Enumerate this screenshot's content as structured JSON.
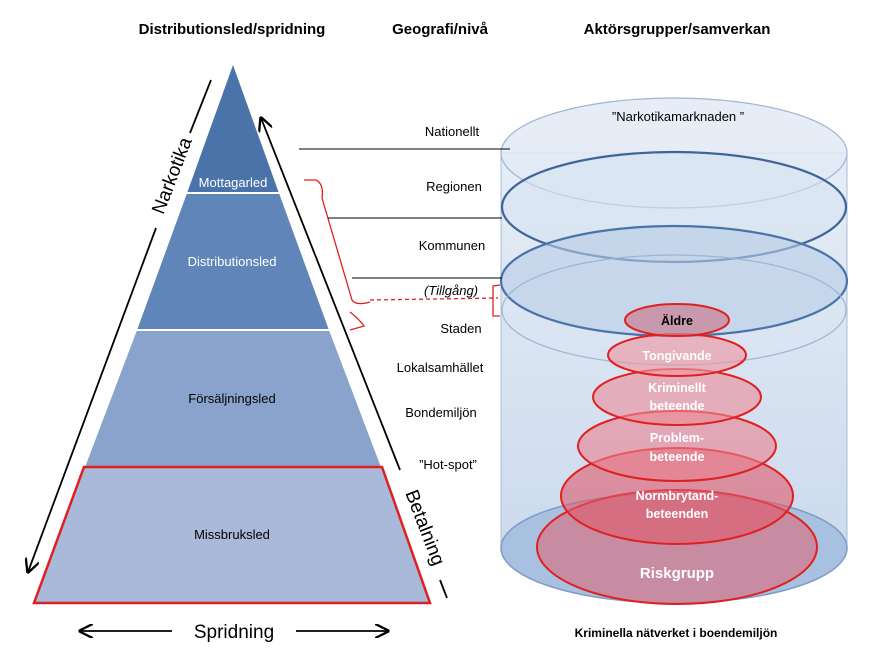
{
  "headers": {
    "col1": "Distributionsled/spridning",
    "col2": "Geografi/nivå",
    "col3": "Aktörsgrupper/samverkan"
  },
  "pyramid": {
    "levels": [
      "Mottagarled",
      "Distributionsled",
      "Försäljningsled",
      "Missbruksled"
    ]
  },
  "arrows": {
    "left_label": "Narkotika",
    "right_label": "Betalning",
    "bottom_label": "Spridning"
  },
  "geography": {
    "levels": [
      "Nationellt",
      "Regionen",
      "Kommunen",
      "(Tillgång)",
      "Staden",
      "Lokalsamhället",
      "Bondemiljön",
      "”Hot-spot”"
    ]
  },
  "cylinder": {
    "top_label": "”Narkotikamarknaden ”",
    "bottom_label": "Kriminella nätverket i boendemiljön"
  },
  "actor_groups": [
    {
      "line1": "Äldre",
      "line2": ""
    },
    {
      "line1": "Tongivande",
      "line2": ""
    },
    {
      "line1": "Kriminellt",
      "line2": "beteende"
    },
    {
      "line1": "Problem-",
      "line2": "beteende"
    },
    {
      "line1": "Normbrytand-",
      "line2": "beteenden"
    },
    {
      "line1": "Riskgrupp",
      "line2": ""
    }
  ],
  "colors": {
    "pyramid_top": "#4a73a8",
    "pyramid_bottom": "#a6b8d8",
    "highlight_red": "#e02020",
    "cylinder_fill": "#dbe5f1",
    "cylinder_edge": "#7f9dc7"
  }
}
